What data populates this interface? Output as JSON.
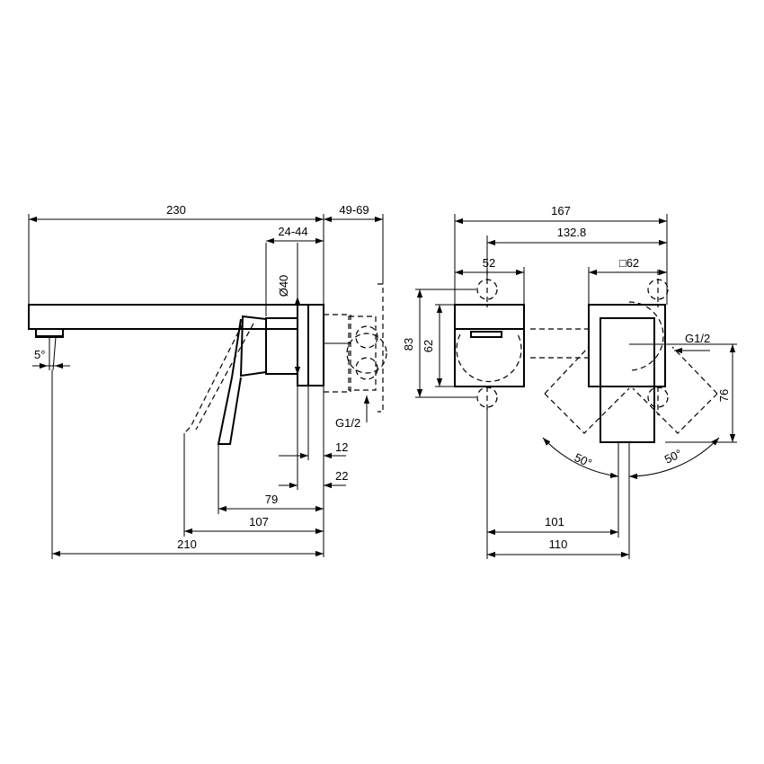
{
  "side_view": {
    "dims": {
      "overall_length": "230",
      "wall_range": "49-69",
      "plate_range": "24-44",
      "diameter": "Ø40",
      "spout_angle": "5°",
      "connection": "G1/2",
      "d12": "12",
      "d22": "22",
      "d79": "79",
      "d107": "107",
      "d210": "210"
    }
  },
  "front_view": {
    "dims": {
      "total_width": "167",
      "center_distance": "132.8",
      "plate_width": "52",
      "square": "□62",
      "height": "83",
      "inner_height": "62",
      "connection": "G1/2",
      "offset": "76",
      "angle_left": "50°",
      "angle_right": "50°",
      "d101": "101",
      "d110": "110"
    }
  }
}
